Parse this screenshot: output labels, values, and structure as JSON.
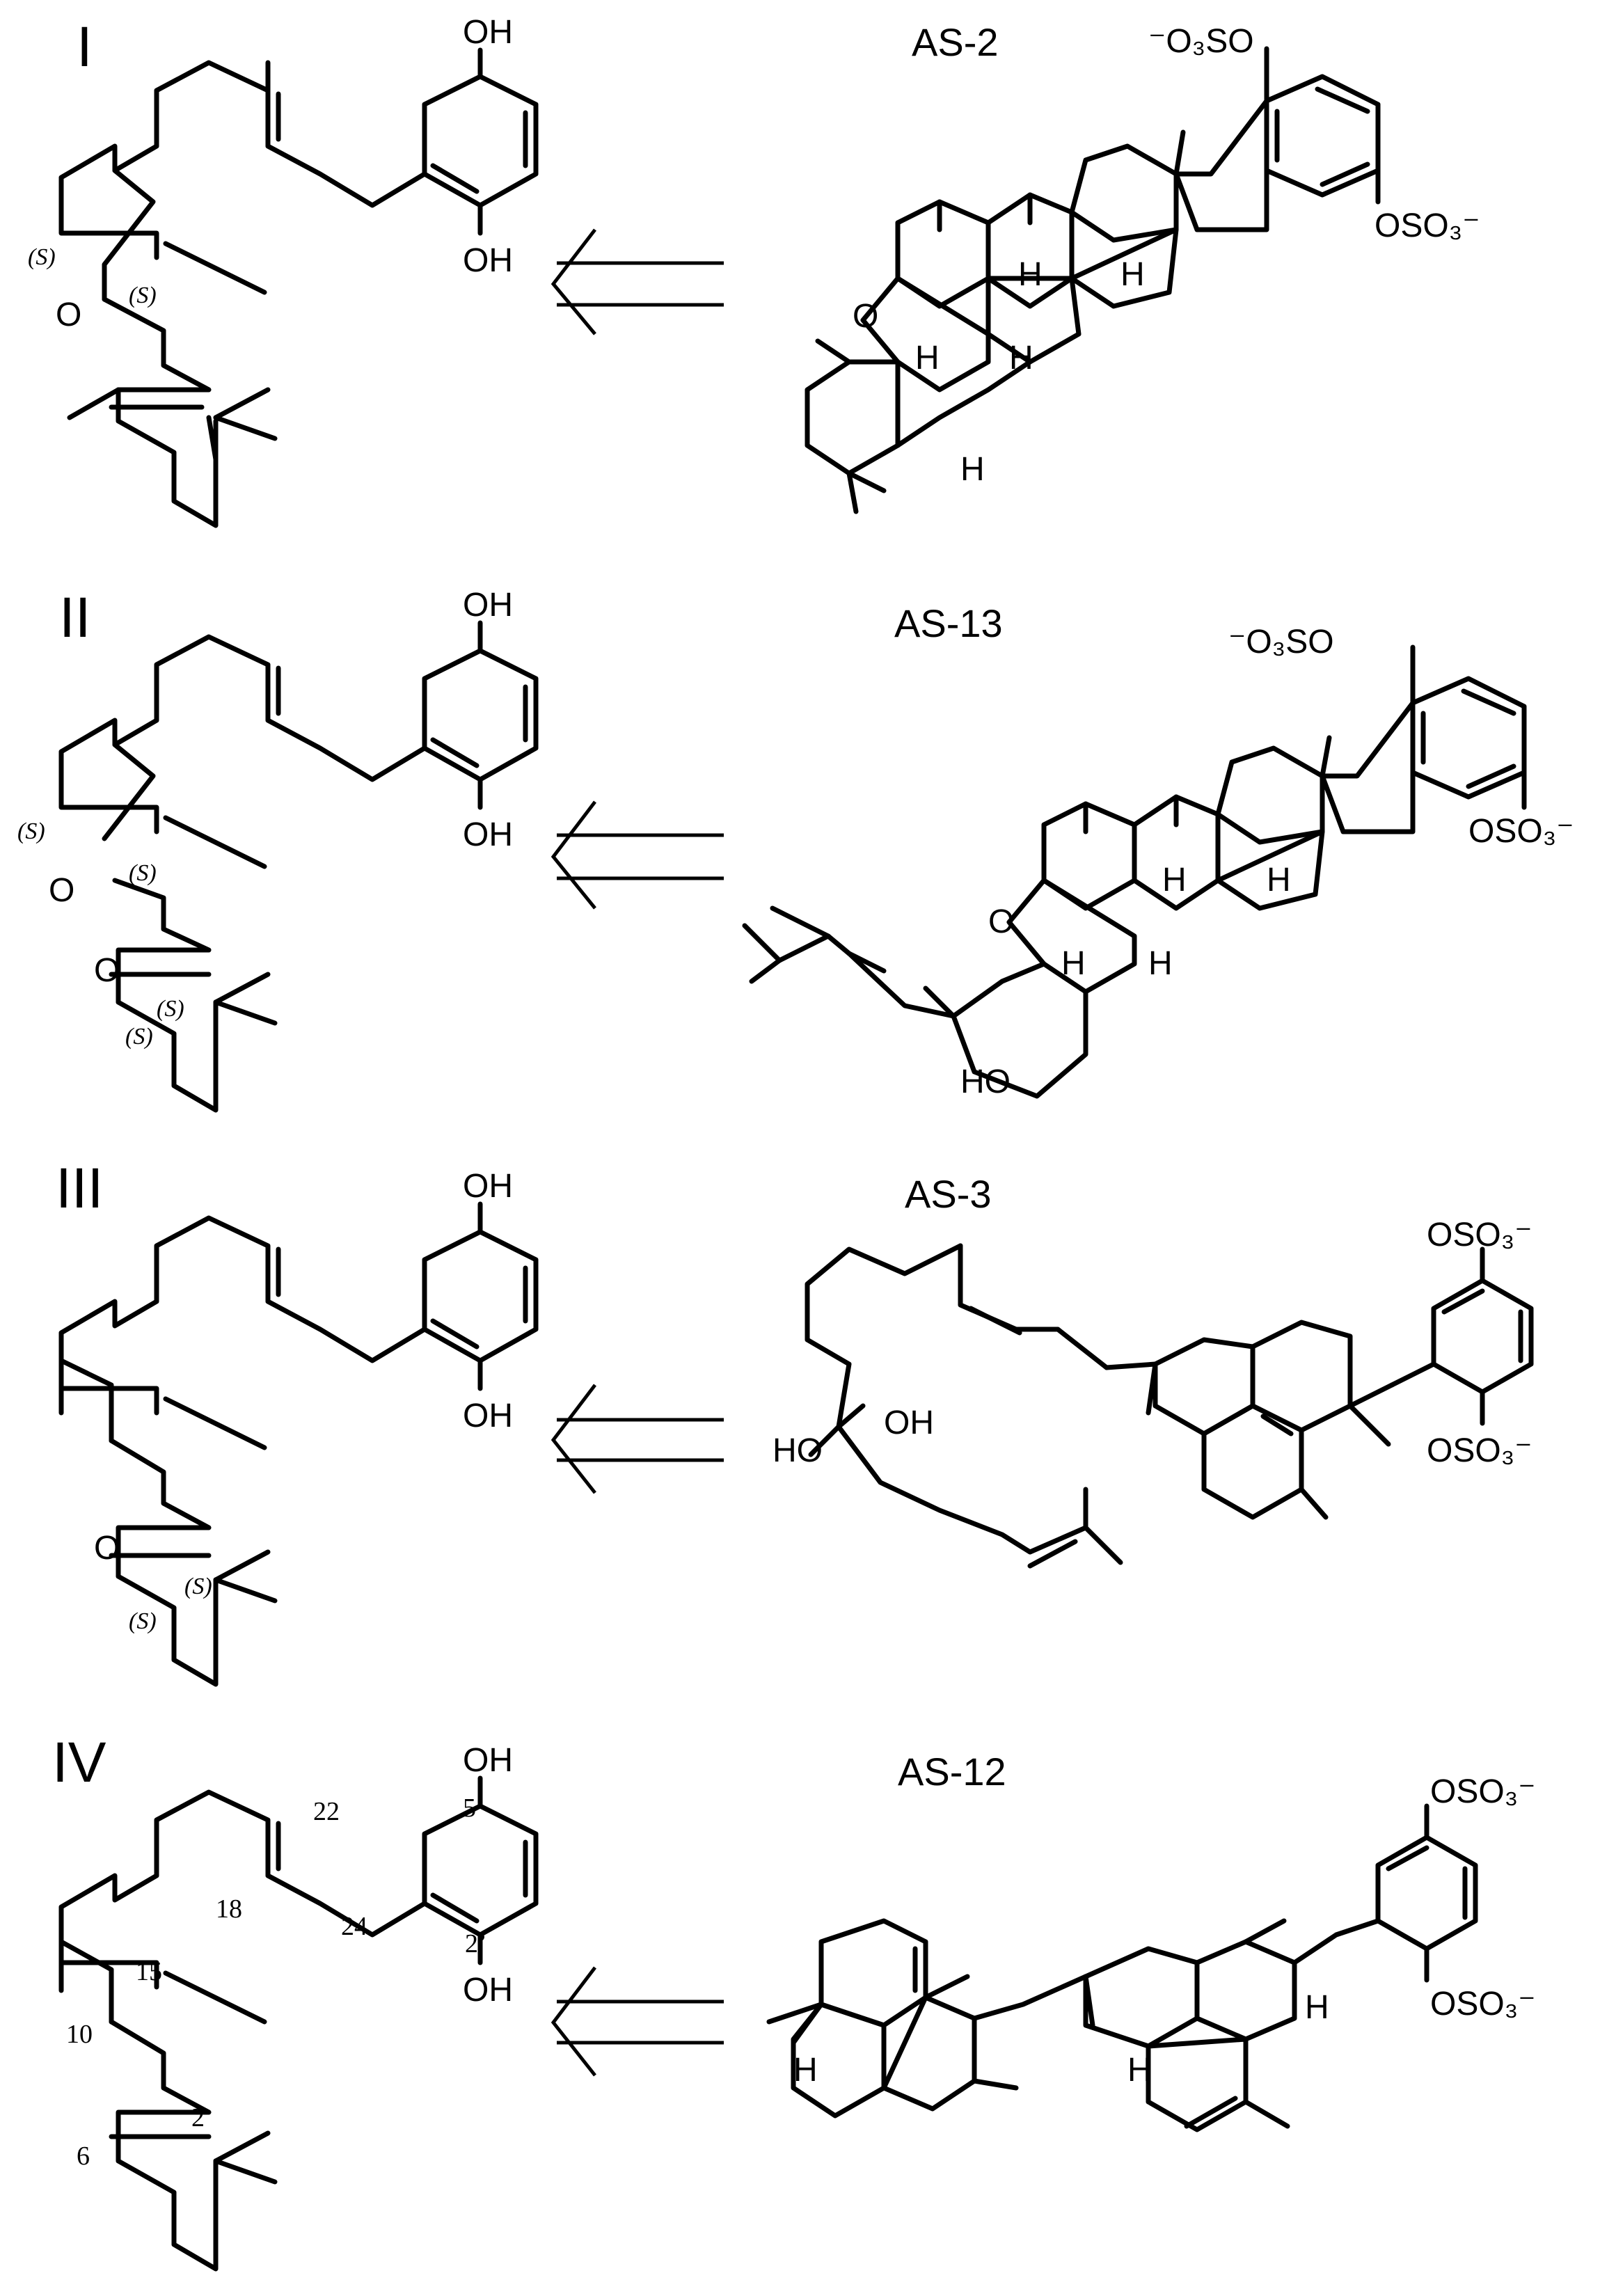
{
  "rows": [
    {
      "label": "I",
      "compound": "AS-2"
    },
    {
      "label": "II",
      "compound": "AS-13"
    },
    {
      "label": "III",
      "compound": "AS-3"
    },
    {
      "label": "IV",
      "compound": "AS-12"
    }
  ],
  "atoms": {
    "oh": "OH",
    "ho": "HO",
    "o": "O",
    "h": "H",
    "stereo_s": "(S)",
    "oso3": "OSO₃⁻",
    "o3so": "⁻O₃SO"
  },
  "numbering": [
    "5’",
    "22",
    "18",
    "24",
    "2’",
    "15",
    "10",
    "2",
    "6"
  ]
}
